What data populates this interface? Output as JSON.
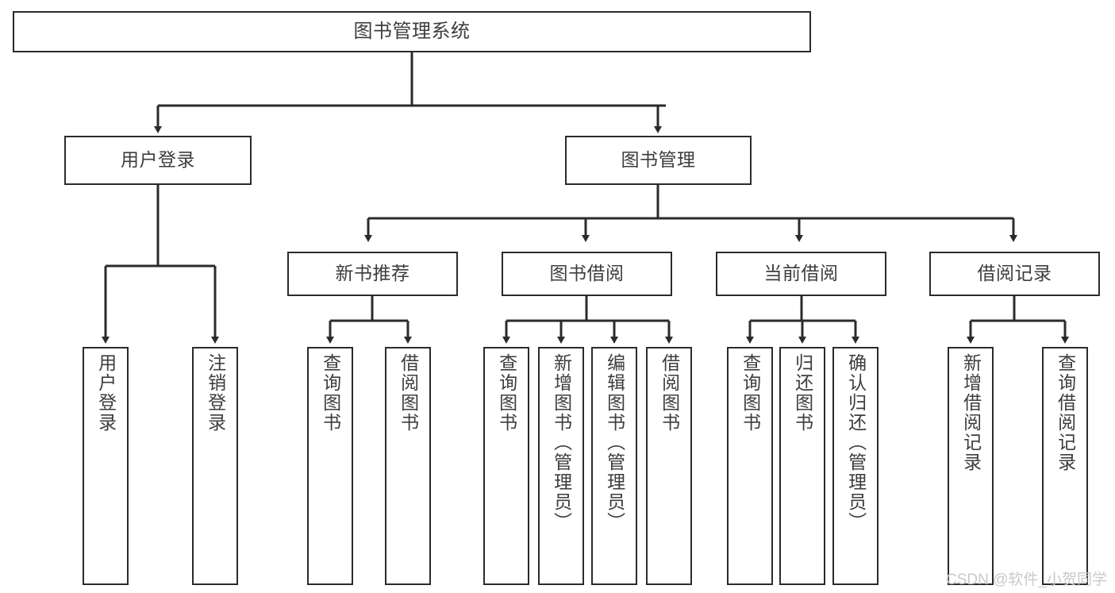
{
  "diagram": {
    "title": "图书管理系统",
    "type": "tree-hierarchy-chart",
    "orientation": "top-down",
    "colors": {
      "stroke": "#2b2b2b",
      "node_fill": "#ffffff",
      "text": "#3d3d3d",
      "background": "#ffffff",
      "watermark": "#c9c9c9"
    },
    "nodes": {
      "root": {
        "label": "图书管理系统",
        "level": 1
      },
      "level2": [
        {
          "id": "user-login",
          "label": "用户登录"
        },
        {
          "id": "book-management",
          "label": "图书管理"
        }
      ],
      "level3": [
        {
          "id": "new-book-recommend",
          "label": "新书推荐",
          "parent": "book-management"
        },
        {
          "id": "book-borrow",
          "label": "图书借阅",
          "parent": "book-management"
        },
        {
          "id": "current-borrow",
          "label": "当前借阅",
          "parent": "book-management"
        },
        {
          "id": "borrow-record",
          "label": "借阅记录",
          "parent": "book-management"
        }
      ],
      "leaves": {
        "user-login": [
          {
            "id": "leaf-user-login",
            "label": "用户登录"
          },
          {
            "id": "leaf-user-logout",
            "label": "注销登录"
          }
        ],
        "new-book-recommend": [
          {
            "id": "leaf-query-book-1",
            "label": "查询图书"
          },
          {
            "id": "leaf-borrow-book-1",
            "label": "借阅图书"
          }
        ],
        "book-borrow": [
          {
            "id": "leaf-query-book-2",
            "label": "查询图书"
          },
          {
            "id": "leaf-add-book",
            "label": "新增图书（管理员）"
          },
          {
            "id": "leaf-edit-book",
            "label": "编辑图书（管理员）"
          },
          {
            "id": "leaf-borrow-book-2",
            "label": "借阅图书"
          }
        ],
        "current-borrow": [
          {
            "id": "leaf-query-book-3",
            "label": "查询图书"
          },
          {
            "id": "leaf-return-book",
            "label": "归还图书"
          },
          {
            "id": "leaf-confirm-return",
            "label": "确认归还（管理员）"
          }
        ],
        "borrow-record": [
          {
            "id": "leaf-add-record",
            "label": "新增借阅记录"
          },
          {
            "id": "leaf-query-record",
            "label": "查询借阅记录"
          }
        ]
      }
    },
    "watermark": "CSDN @软件_小贺同学"
  }
}
